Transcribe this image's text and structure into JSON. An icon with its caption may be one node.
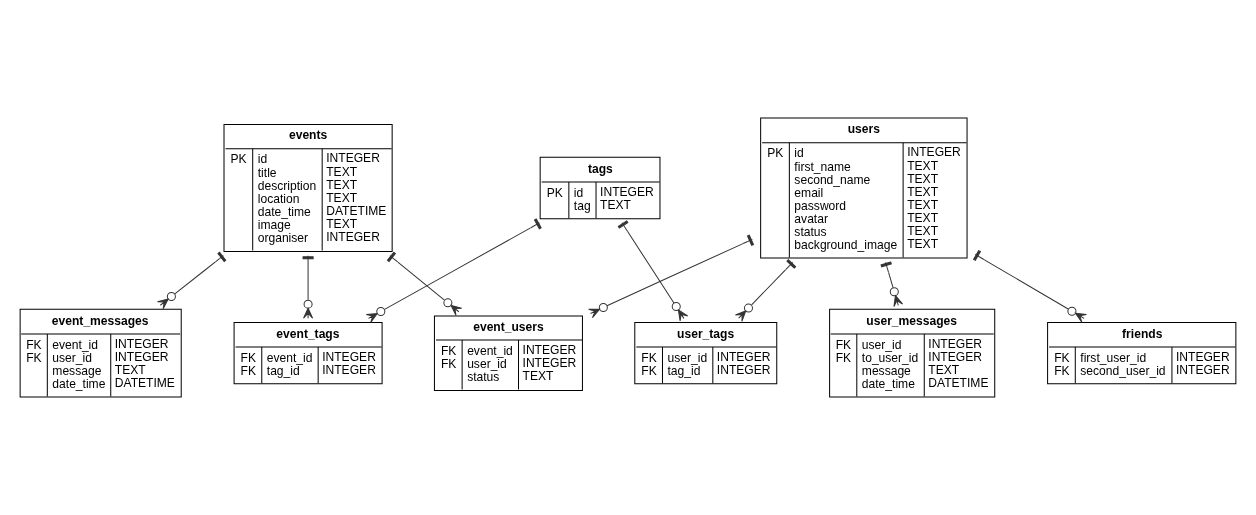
{
  "diagram": {
    "nodes": [
      {
        "text": [
          "event_users",
          "FK FK",
          "event_id user_id status",
          "INTEGER INTEGER TEXT"
        ]
      },
      {
        "text": [
          "events",
          "PK",
          "id title description location date_time image organiser",
          "INTEGER TEXT TEXT TEXT DATETIME TEXT INTEGER"
        ]
      },
      {
        "text": [
          "event_messages",
          "FK FK",
          "event_id user_id message date_time",
          "INTEGER INTEGER TEXT DATETIME"
        ]
      },
      {
        "text": [
          "users",
          "PK",
          "id first_name second_name email password avatar status background_image",
          "INTEGER TEXT TEXT TEXT TEXT TEXT TEXT TEXT"
        ]
      },
      {
        "text": [
          "user_messages",
          "FK FK",
          "user_id to_user_id message date_time",
          "INTEGER INTEGER TEXT DATETIME"
        ]
      },
      {
        "text": [
          "friends",
          "FK FK",
          "first_user_id second_user_id",
          "INTEGER INTEGER"
        ]
      },
      {
        "text": [
          "event_tags",
          "FK FK",
          "event_id tag_id",
          "INTEGER INTEGER"
        ]
      },
      {
        "text": [
          "tags",
          "PK",
          "id tag",
          "INTEGER TEXT"
        ]
      },
      {
        "text": [
          "user_tags",
          "FK FK",
          "user_id tag_id",
          "INTEGER INTEGER"
        ]
      }
    ],
    "edges": [
      {
        "from": 1,
        "to": 0,
        "arrow": "other"
      },
      {
        "from": 3,
        "to": 0,
        "arrow": "other"
      },
      {
        "from": 1,
        "to": 2,
        "arrow": "other"
      },
      {
        "from": 3,
        "to": 4,
        "arrow": "other"
      },
      {
        "from": 3,
        "to": 5,
        "arrow": "other"
      },
      {
        "from": 1,
        "to": 6,
        "arrow": "other"
      },
      {
        "from": 7,
        "to": 6,
        "arrow": "other"
      },
      {
        "from": 7,
        "to": 8,
        "arrow": "other"
      },
      {
        "from": 3,
        "to": 8,
        "arrow": "other"
      }
    ]
  }
}
